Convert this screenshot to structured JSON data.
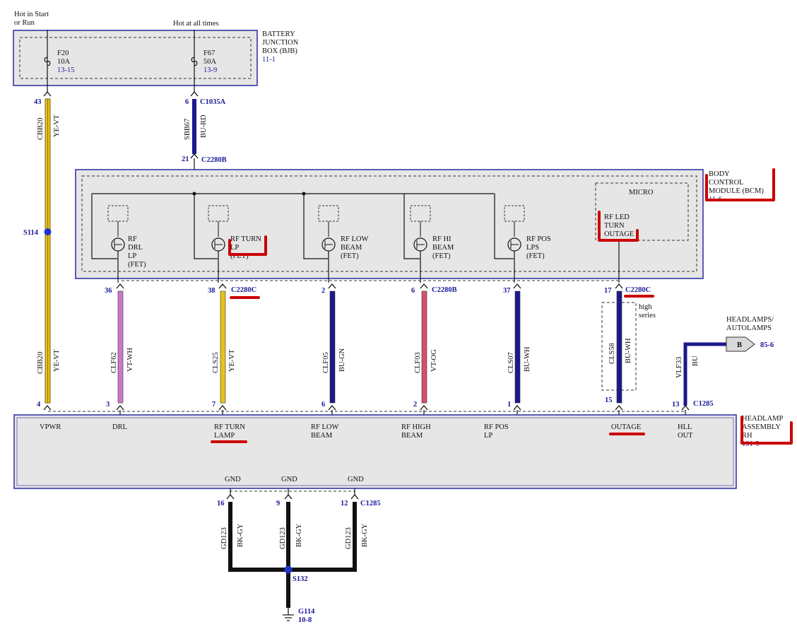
{
  "colors": {
    "box_fill": "#e6e6e6",
    "box_border": "#2a2aa0",
    "link_text": "#1a1a99",
    "wire_yellow": "#e7c21a",
    "wire_violet": "#cc77cc",
    "wire_blue": "#1a1a8c",
    "wire_pink": "#d64f6e",
    "wire_black": "#111111",
    "splice": "#2233cc",
    "highlight_red": "#cc0000"
  },
  "supply": {
    "left_label_1": "Hot in Start",
    "left_label_2": "or Run",
    "right_label": "Hot at all times"
  },
  "bjb": {
    "name_1": "BATTERY",
    "name_2": "JUNCTION",
    "name_3": "BOX (BJB)",
    "ref": "11-1",
    "fuse_left": {
      "name": "F20",
      "rating": "10A",
      "ref": "13-15"
    },
    "fuse_right": {
      "name": "F67",
      "rating": "50A",
      "ref": "13-9"
    }
  },
  "wire_cbb20_top": {
    "pin": "43",
    "circuit": "CBB20",
    "color": "YE-VT"
  },
  "wire_sbb67": {
    "pin_top": "6",
    "conn_top": "C1035A",
    "circuit": "SBB67",
    "color": "BU-RD",
    "pin_bottom": "21",
    "conn_bottom": "C2280B"
  },
  "splice_s114": "S114",
  "bcm": {
    "name_1": "BODY",
    "name_2": "CONTROL",
    "name_3": "MODULE (BCM)",
    "ref": "11-6",
    "micro": "MICRO",
    "outage_1": "RF LED",
    "outage_2": "TURN",
    "outage_3": "OUTAGE",
    "fets": [
      {
        "l1": "RF",
        "l2": "DRL",
        "l3": "LP",
        "l4": "(FET)"
      },
      {
        "l1": "RF TURN",
        "l2": "LP",
        "l3": "(FET)",
        "l4": ""
      },
      {
        "l1": "RF LOW",
        "l2": "BEAM",
        "l3": "(FET)",
        "l4": ""
      },
      {
        "l1": "RF HI",
        "l2": "BEAM",
        "l3": "(FET)",
        "l4": ""
      },
      {
        "l1": "RF POS",
        "l2": "LPS",
        "l3": "(FET)",
        "l4": ""
      }
    ]
  },
  "wires": [
    {
      "pin_top": "",
      "conn_top": "",
      "circuit": "CBB20",
      "color": "YE-VT",
      "pin_bottom": "4"
    },
    {
      "pin_top": "36",
      "conn_top": "",
      "circuit": "CLF62",
      "color": "VT-WH",
      "pin_bottom": "3"
    },
    {
      "pin_top": "38",
      "conn_top": "C2280C",
      "circuit": "CLS25",
      "color": "YE-VT",
      "pin_bottom": "7"
    },
    {
      "pin_top": "2",
      "conn_top": "",
      "circuit": "CLF05",
      "color": "BU-GN",
      "pin_bottom": "6"
    },
    {
      "pin_top": "6",
      "conn_top": "C2280B",
      "circuit": "CLF03",
      "color": "VT-OG",
      "pin_bottom": "2"
    },
    {
      "pin_top": "37",
      "conn_top": "",
      "circuit": "CLS07",
      "color": "BU-WH",
      "pin_bottom": "1"
    },
    {
      "pin_top": "17",
      "conn_top": "C2280C",
      "circuit": "CLS58",
      "color": "BU-WH",
      "pin_bottom": "15"
    },
    {
      "pin_top": "",
      "conn_top": "",
      "circuit": "VLF33",
      "color": "BU",
      "pin_bottom": "13"
    }
  ],
  "high_series_1": "high",
  "high_series_2": "series",
  "c1285": "C1285",
  "headlamps_link": {
    "title_1": "HEADLAMPS/",
    "title_2": "AUTOLAMPS",
    "letter": "B",
    "ref": "85-6"
  },
  "headlamp": {
    "name_1": "HEADLAMP",
    "name_2": "ASSEMBLY",
    "name_3": "RH",
    "ref": "131-5",
    "pins": [
      {
        "l1": "VPWR",
        "l2": ""
      },
      {
        "l1": "DRL",
        "l2": ""
      },
      {
        "l1": "RF TURN",
        "l2": "LAMP"
      },
      {
        "l1": "RF LOW",
        "l2": "BEAM"
      },
      {
        "l1": "RF HIGH",
        "l2": "BEAM"
      },
      {
        "l1": "RF POS",
        "l2": "LP"
      },
      {
        "l1": "OUTAGE",
        "l2": ""
      },
      {
        "l1": "HLL",
        "l2": "OUT"
      }
    ]
  },
  "ground": {
    "gnd_labels": [
      "GND",
      "GND",
      "GND"
    ],
    "pins": [
      "16",
      "9",
      "12"
    ],
    "conn": "C1285",
    "circuit": "GD123",
    "color": "BK-GY",
    "splice": "S132",
    "ground_name": "G114",
    "ground_ref": "10-8"
  }
}
